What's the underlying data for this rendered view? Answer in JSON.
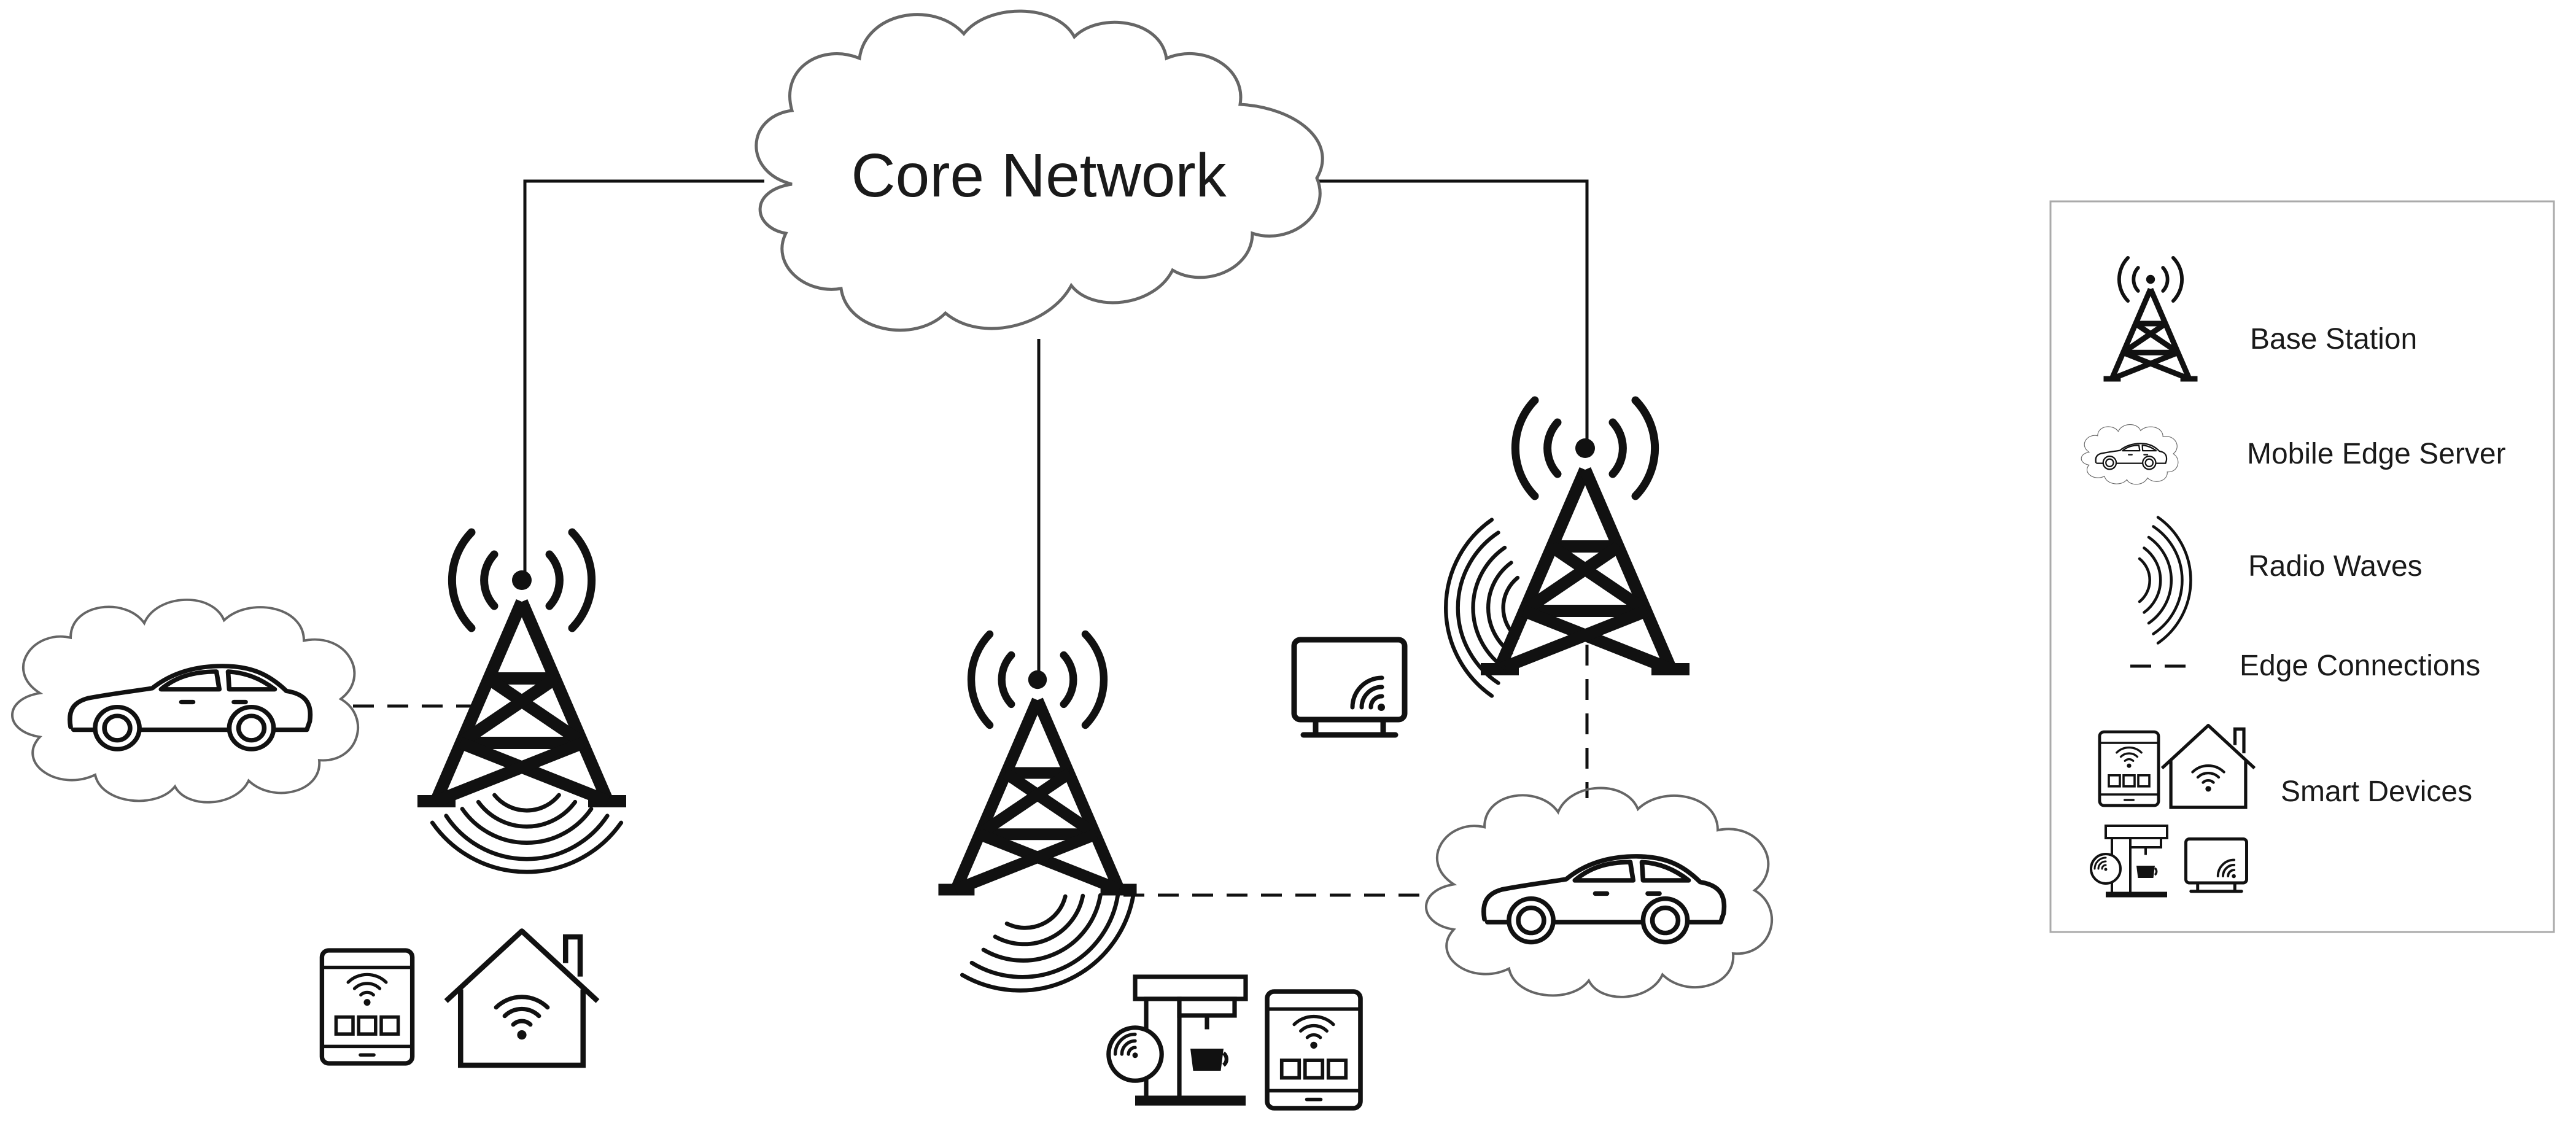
{
  "core_network": {
    "label": "Core Network"
  },
  "legend": {
    "base_station": "Base Station",
    "mobile_edge_server": "Mobile Edge Server",
    "radio_waves": "Radio Waves",
    "edge_connections": "Edge Connections",
    "smart_devices": "Smart Devices"
  },
  "colors": {
    "ink": "#111111",
    "cloud_stroke": "#666666",
    "legend_border": "#aaaaaa",
    "background": "#ffffff"
  },
  "icons": [
    "tower-icon",
    "car-icon",
    "cloud-icon",
    "tablet-icon",
    "smart-home-icon",
    "coffee-machine-icon",
    "router-icon",
    "radio-waves-icon"
  ]
}
